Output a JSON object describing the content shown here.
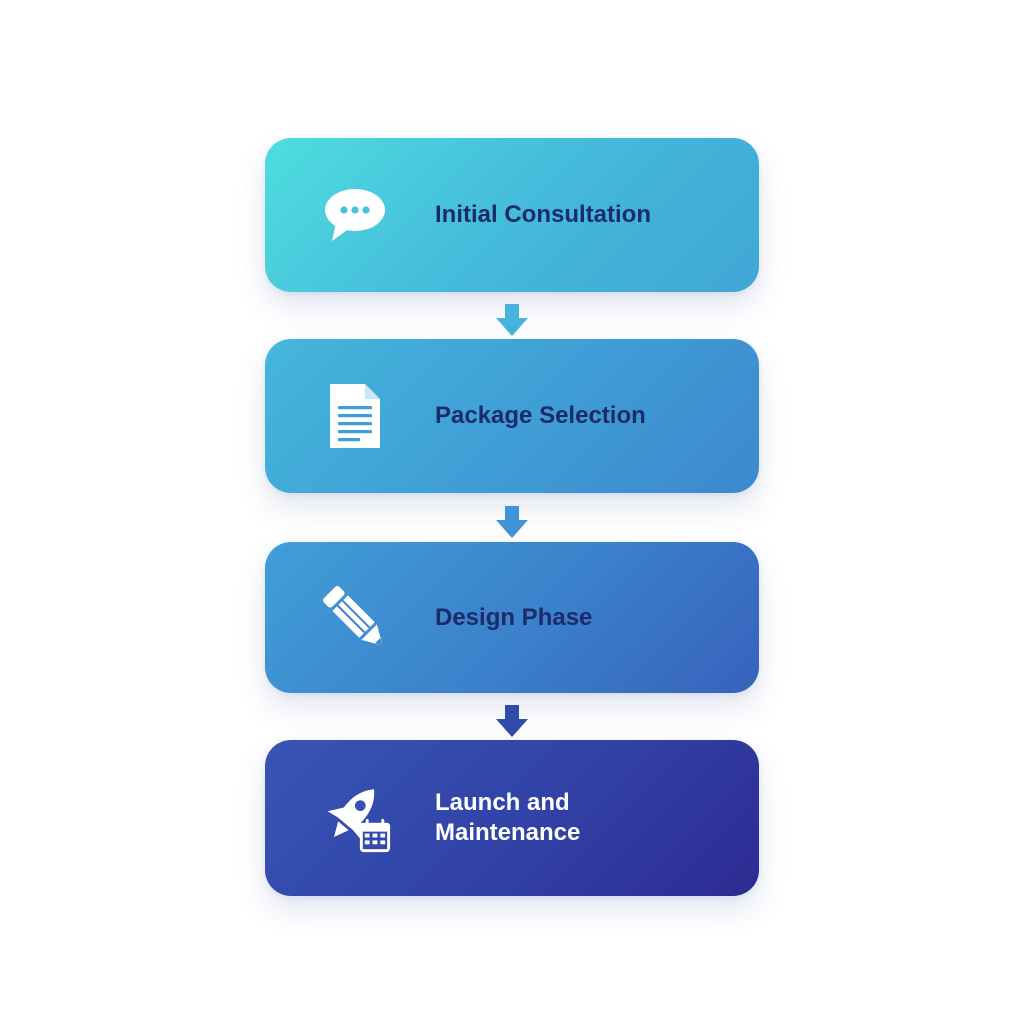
{
  "steps": [
    {
      "label": "Initial Consultation",
      "icon": "speech-bubble-icon"
    },
    {
      "label": "Package Selection",
      "icon": "document-icon"
    },
    {
      "label": "Design Phase",
      "icon": "pencil-icon"
    },
    {
      "label_lines": [
        "Launch and",
        "Maintenance"
      ],
      "icon": "rocket-calendar-icon"
    }
  ],
  "arrow_colors": [
    "#45b3de",
    "#3f95d6",
    "#334ba8"
  ],
  "colors": {
    "label_dark": "#1b2b6b",
    "label_light": "#ffffff",
    "step1_start": "#4edde0",
    "step4_end": "#2d2b92"
  }
}
